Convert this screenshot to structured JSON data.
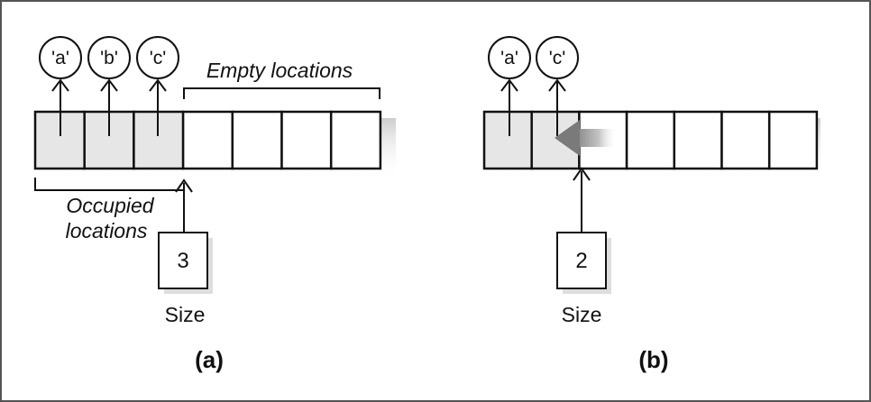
{
  "diagram_a": {
    "caption": "(a)",
    "element_labels": [
      "'a'",
      "'b'",
      "'c'"
    ],
    "empty_label": "Empty locations",
    "occupied_label_line1": "Occupied",
    "occupied_label_line2": "locations",
    "size_value": "3",
    "size_label": "Size",
    "total_slots": 7,
    "occupied_slots": 3
  },
  "diagram_b": {
    "caption": "(b)",
    "element_labels": [
      "'a'",
      "'c'"
    ],
    "size_value": "2",
    "size_label": "Size",
    "total_slots": 7,
    "occupied_slots": 2
  },
  "colors": {
    "occupied_fill": "#e6e6e6",
    "empty_fill": "#ffffff",
    "stroke": "#111111",
    "shadow": "#bdbdbd",
    "frame": "#555555"
  }
}
